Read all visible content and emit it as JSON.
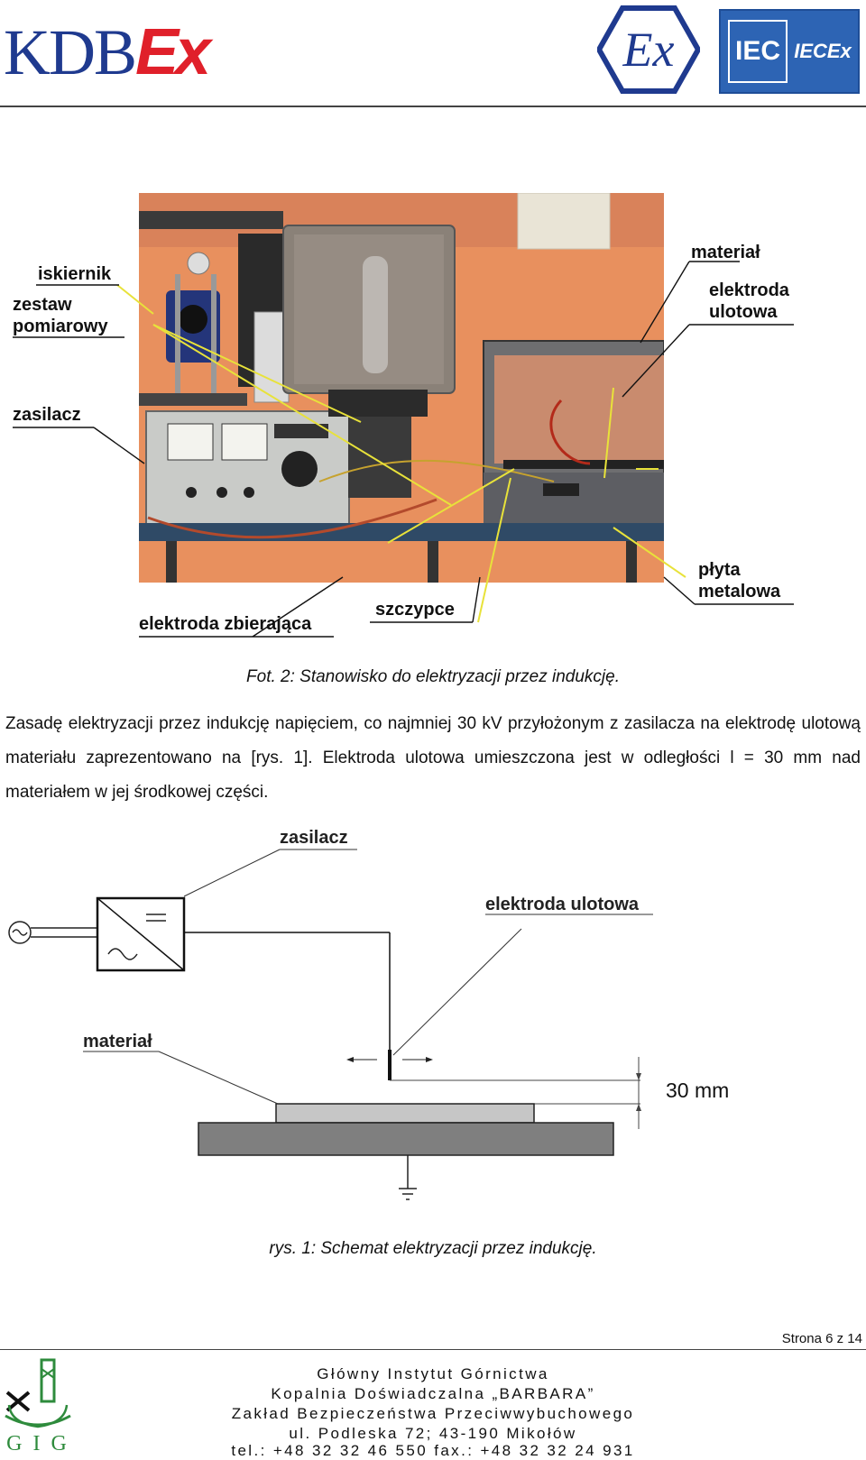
{
  "header": {
    "logo_kdb": "KDB",
    "logo_ex": "Ex",
    "ex_symbol": "Ex",
    "iec_left": "IEC",
    "iec_right": "IECEx"
  },
  "photo": {
    "callouts": {
      "iskiernik": "iskiernik",
      "zestaw": "zestaw\npomiarowy",
      "zasilacz": "zasilacz",
      "material": "materiał",
      "elektroda_ulotowa": "elektroda\nulotowa",
      "plyta": "płyta\nmetalowa",
      "elektroda_zbierajaca": "elektroda zbierająca",
      "szczypce": "szczypce"
    },
    "caption": "Fot. 2: Stanowisko do elektryzacji przez indukcję."
  },
  "body": {
    "paragraph": "Zasadę elektryzacji przez indukcję napięciem, co najmniej 30 kV przyłożonym z zasilacza na elektrodę ulotową materiału zaprezentowano na [rys. 1]. Elektroda ulotowa umieszczona jest w odległości l = 30 mm nad materiałem w jej środkowej części."
  },
  "schematic": {
    "label_zasilacz": "zasilacz",
    "label_elektroda": "elektroda ulotowa",
    "label_material": "materiał",
    "dimension": "30 mm",
    "caption": "rys. 1: Schemat elektryzacji przez indukcję."
  },
  "footer": {
    "page": "Strona 6 z 14",
    "gig": "G I G",
    "line1": "Główny Instytut Górnictwa",
    "line2": "Kopalnia Doświadczalna „BARBARA”",
    "line3": "Zakład Bezpieczeństwa Przeciwwybuchowego",
    "line4": "ul. Podleska 72; 43-190 Mikołów",
    "line5": "tel.: +48 32 32 46 550 fax.: +48 32 32 24 931"
  },
  "colors": {
    "kdb_blue": "#1f3a8f",
    "ex_red": "#e0202a",
    "iec_blue": "#2d64b4",
    "gig_green": "#2e8b3c"
  }
}
